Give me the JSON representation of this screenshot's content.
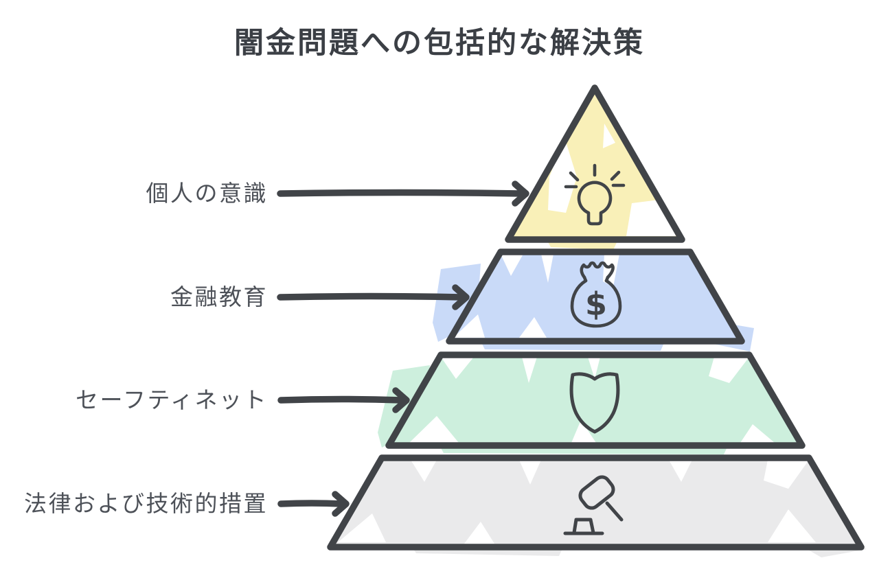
{
  "title": "闇金問題への包括的な解決策",
  "colors": {
    "background": "#ffffff",
    "outline": "#414448",
    "icon": "#414448",
    "arrow": "#414448",
    "title_text": "#3b3f45",
    "label_text": "#4d5158"
  },
  "levels": [
    {
      "label": "個人の意識",
      "icon": "lightbulb-icon",
      "fill": "#f9f0b8"
    },
    {
      "label": "金融教育",
      "icon": "money-bag-icon",
      "fill": "#c9daf8"
    },
    {
      "label": "セーフティネット",
      "icon": "shield-icon",
      "fill": "#cdefdd"
    },
    {
      "label": "法律および技術的措置",
      "icon": "gavel-icon",
      "fill": "#eaeaeb"
    }
  ],
  "icon_glyphs": {
    "dollar_sign": "$"
  },
  "chart_data": {
    "type": "pyramid",
    "title": "闇金問題への包括的な解決策",
    "levels_top_to_bottom": [
      {
        "rank": 1,
        "label": "個人の意識",
        "icon": "lightbulb",
        "color": "#f9f0b8"
      },
      {
        "rank": 2,
        "label": "金融教育",
        "icon": "money-bag",
        "color": "#c9daf8"
      },
      {
        "rank": 3,
        "label": "セーフティネット",
        "icon": "shield",
        "color": "#cdefdd"
      },
      {
        "rank": 4,
        "label": "法律および技術的措置",
        "icon": "gavel",
        "color": "#eaeaeb"
      }
    ]
  }
}
